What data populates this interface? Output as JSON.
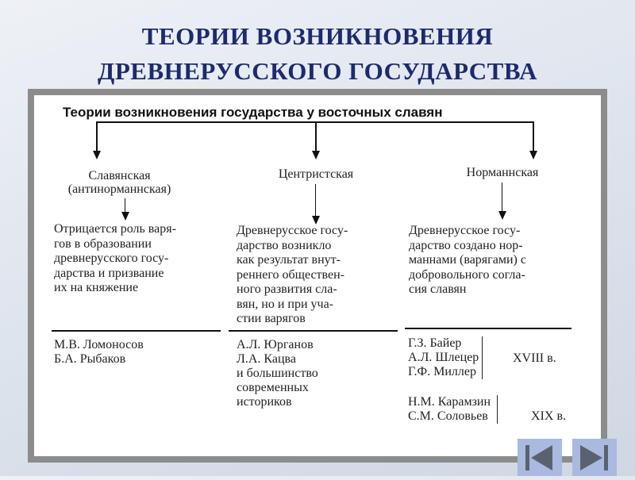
{
  "slide": {
    "title_line1": "ТЕОРИИ ВОЗНИКНОВЕНИЯ",
    "title_line2": "ДРЕВНЕРУССКОГО ГОСУДАРСТВА"
  },
  "diagram": {
    "heading": "Теории возникновения государства у восточных славян",
    "columns": [
      {
        "name_lines": [
          "Славянская",
          "(антинорманнская)"
        ],
        "description_lines": [
          "Отрицается роль варя-",
          "гов в образовании",
          "древнерусского госу-",
          "дарства и призвание",
          "их на княжение"
        ],
        "proponents": [
          "М.В. Ломоносов",
          "Б.А. Рыбаков"
        ]
      },
      {
        "name_lines": [
          "Центристская"
        ],
        "description_lines": [
          "Древнерусское госу-",
          "дарство возникло",
          "как результат внут-",
          "реннего обществен-",
          "ного развития сла-",
          "вян, но и при уча-",
          "стии варягов"
        ],
        "proponents": [
          "А.Л. Юрганов",
          "Л.А. Кацва",
          "и большинство",
          "современных",
          "историков"
        ]
      },
      {
        "name_lines": [
          "Норманнская"
        ],
        "description_lines": [
          "Древнерусское госу-",
          "дарство создано нор-",
          "маннами (варягами) с",
          "добровольного согла-",
          "сия славян"
        ],
        "proponent_groups": [
          {
            "names": [
              "Г.З. Байер",
              "А.Л. Шлецер",
              "Г.Ф. Миллер"
            ],
            "century": "XVIII в."
          },
          {
            "names": [
              "Н.М. Карамзин",
              "С.М. Соловьев"
            ],
            "century": "XIX в."
          }
        ]
      }
    ]
  },
  "navigation": {
    "prev_icon": "skip-back-icon",
    "next_icon": "skip-forward-icon",
    "color": "#a9b9e0"
  }
}
